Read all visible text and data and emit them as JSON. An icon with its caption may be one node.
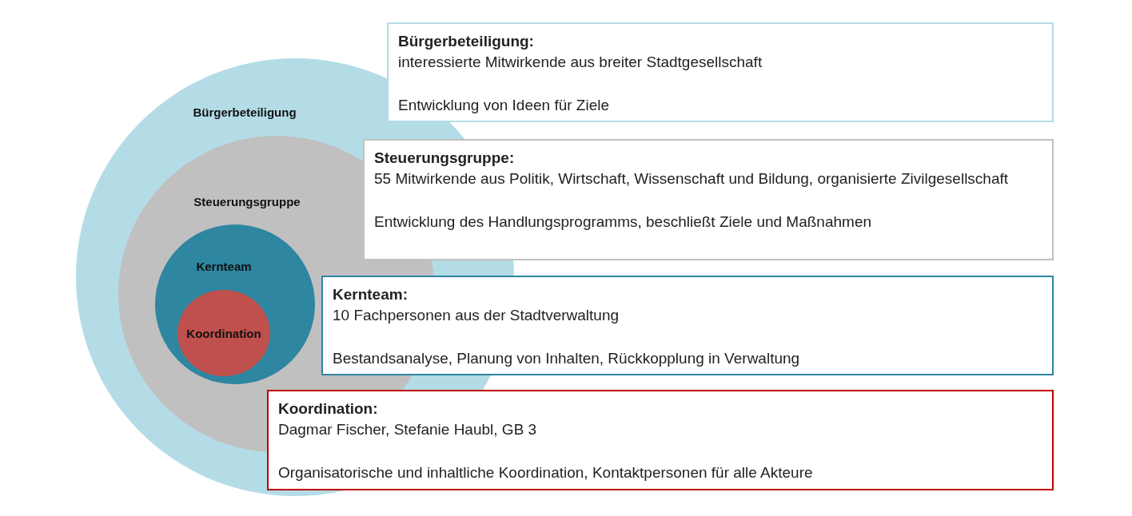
{
  "diagram": {
    "nodes": [
      {
        "text": [
          "Bürgerbeteiligung"
        ]
      },
      {
        "text": [
          "Steuerungsgruppe"
        ],
        "in": 0
      },
      {
        "text": [
          "Kernteam"
        ],
        "in": 1
      },
      {
        "text": [
          "Koordination"
        ],
        "in": 2
      },
      {
        "text": [
          "Bürgerbeteiligung:",
          "interessierte Mitwirkende aus breiter Stadtgesellschaft",
          "Entwicklung von Ideen für Ziele"
        ]
      },
      {
        "text": [
          "Steuerungsgruppe:",
          "55 Mitwirkende aus Politik, Wirtschaft, Wissenschaft und Bildung, organisierte Zivilgesellschaft",
          "Entwicklung des Handlungsprogramms, beschließt Ziele und Maßnahmen"
        ]
      },
      {
        "text": [
          "Kernteam:",
          "10 Fachpersonen aus der Stadtverwaltung",
          "Bestandsanalyse, Planung von Inhalten, Rückkopplung in Verwaltung"
        ]
      },
      {
        "text": [
          "Koordination:",
          "Dagmar Fischer, Stefanie Haubl, GB 3",
          "Organisatorische und inhaltliche Koordination, Kontaktpersonen für alle Akteure"
        ]
      }
    ],
    "edges": []
  }
}
